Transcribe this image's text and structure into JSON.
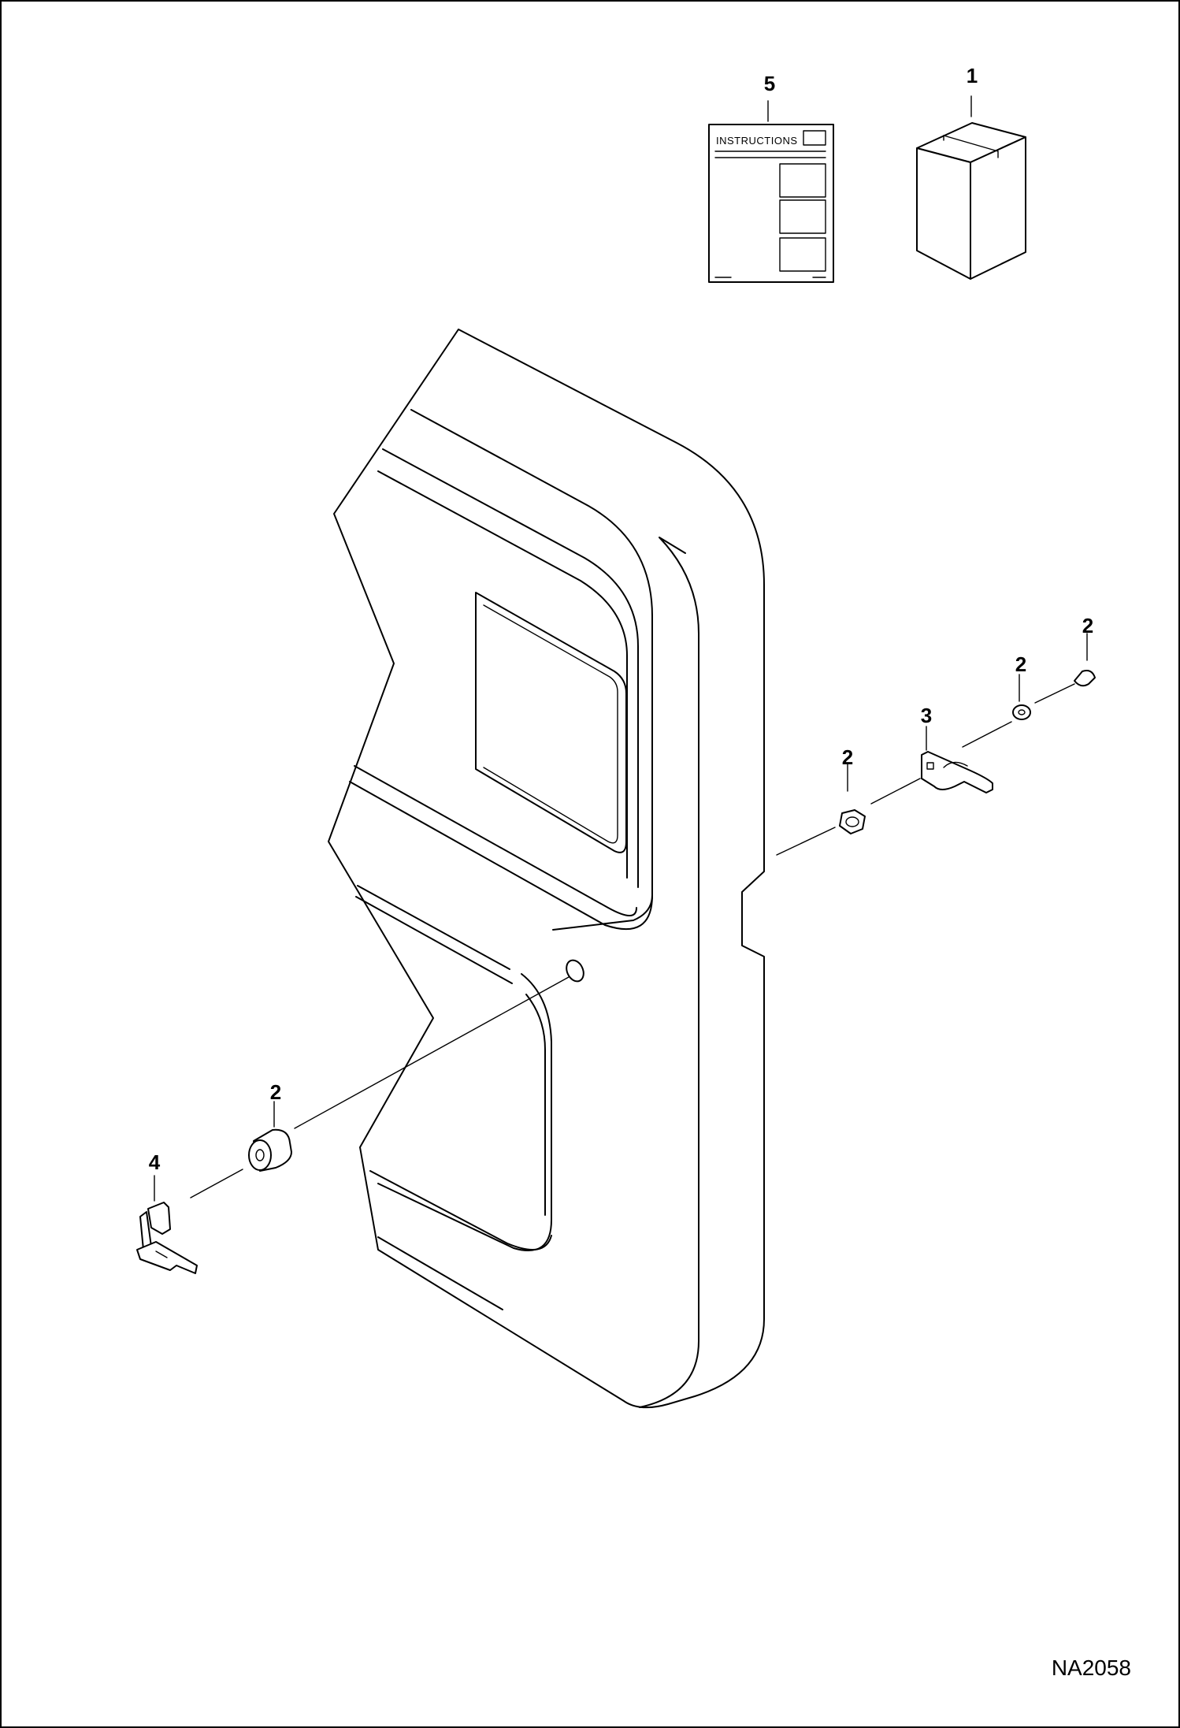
{
  "callouts": [
    {
      "id": "callout-1",
      "label": "1"
    },
    {
      "id": "callout-5",
      "label": "5"
    },
    {
      "id": "callout-2a",
      "label": "2"
    },
    {
      "id": "callout-2b",
      "label": "2"
    },
    {
      "id": "callout-3",
      "label": "3"
    },
    {
      "id": "callout-2c",
      "label": "2"
    },
    {
      "id": "callout-2d",
      "label": "2"
    },
    {
      "id": "callout-4",
      "label": "4"
    }
  ],
  "instructions_sheet": {
    "title": "INSTRUCTIONS"
  },
  "drawing_id": "NA2058",
  "parts": [
    {
      "callout": "1",
      "icon": "kit-box-icon"
    },
    {
      "callout": "2",
      "icon": "hardware-icons"
    },
    {
      "callout": "3",
      "icon": "cam-latch-icon"
    },
    {
      "callout": "4",
      "icon": "key-icon"
    },
    {
      "callout": "5",
      "icon": "instructions-sheet-icon"
    }
  ]
}
